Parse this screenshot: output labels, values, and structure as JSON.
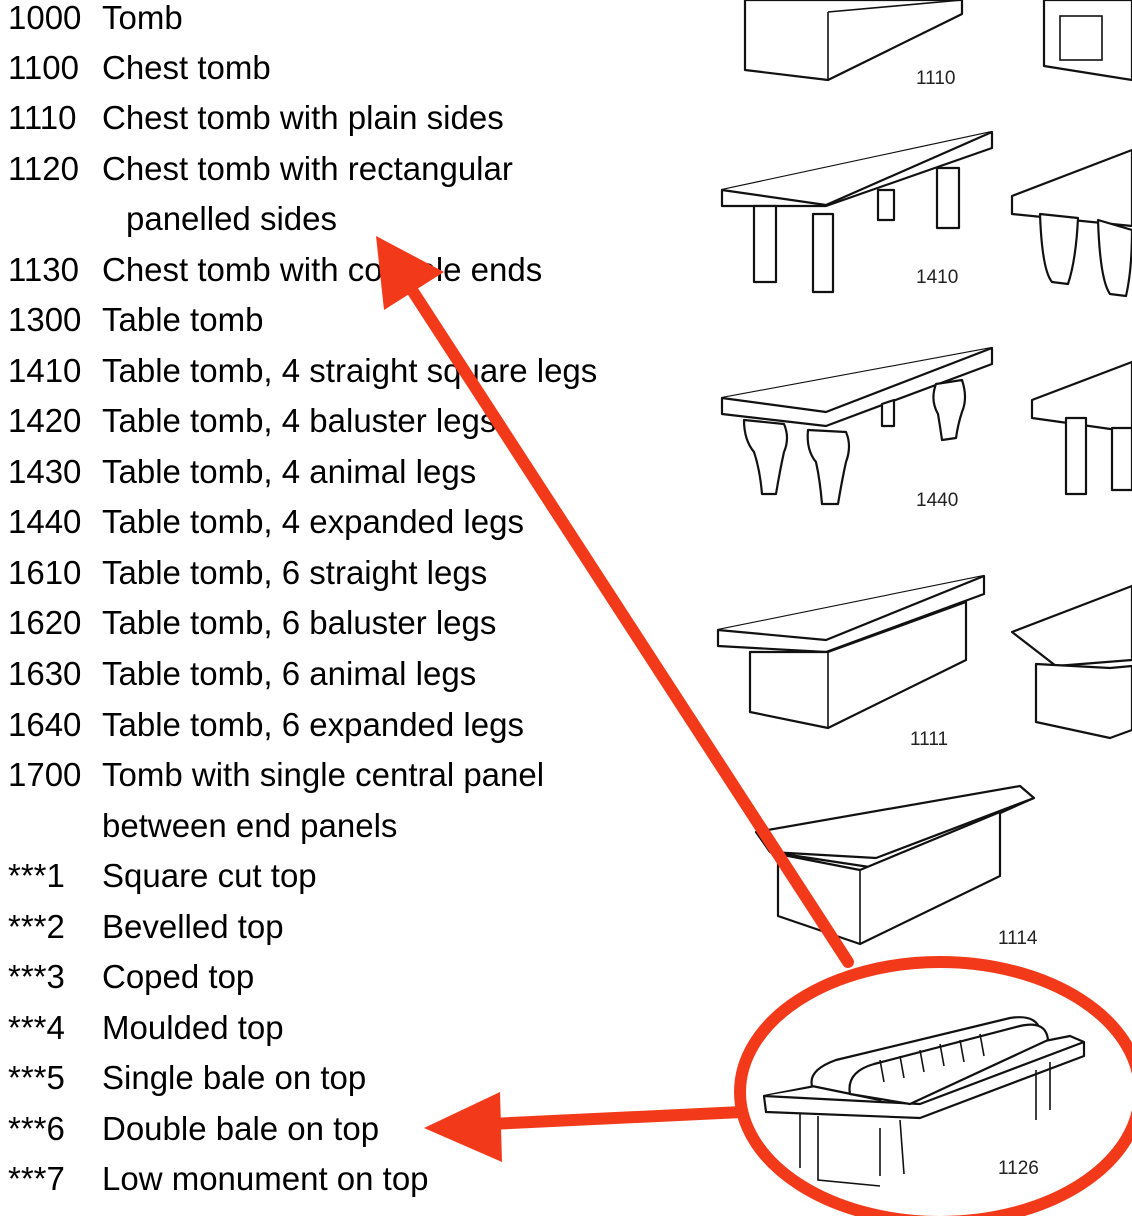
{
  "classification_list": [
    {
      "code": "1000",
      "text": "Tomb"
    },
    {
      "code": "1100",
      "text": "Chest tomb"
    },
    {
      "code": "1110",
      "text": "Chest tomb with plain sides"
    },
    {
      "code": "1120",
      "text": "Chest tomb with rectangular",
      "continuation": "panelled sides"
    },
    {
      "code": "1130",
      "text": "Chest tomb with console ends"
    },
    {
      "code": "1300",
      "text": "Table tomb"
    },
    {
      "code": "1410",
      "text": "Table tomb, 4 straight square legs"
    },
    {
      "code": "1420",
      "text": "Table tomb, 4 baluster legs"
    },
    {
      "code": "1430",
      "text": "Table tomb, 4 animal legs"
    },
    {
      "code": "1440",
      "text": "Table tomb, 4 expanded legs"
    },
    {
      "code": "1610",
      "text": "Table tomb, 6 straight legs"
    },
    {
      "code": "1620",
      "text": "Table tomb, 6 baluster legs"
    },
    {
      "code": "1630",
      "text": "Table tomb, 6 animal legs"
    },
    {
      "code": "1640",
      "text": "Table tomb, 6 expanded legs"
    },
    {
      "code": "1700",
      "text": "Tomb with single central panel",
      "continuation": "between end panels"
    }
  ],
  "top_variants": [
    {
      "code": "***1",
      "text": "Square cut top"
    },
    {
      "code": "***2",
      "text": "Bevelled top"
    },
    {
      "code": "***3",
      "text": "Coped top"
    },
    {
      "code": "***4",
      "text": "Moulded top"
    },
    {
      "code": "***5",
      "text": "Single bale on top"
    },
    {
      "code": "***6",
      "text": "Double bale on top"
    },
    {
      "code": "***7",
      "text": "Low monument on top"
    }
  ],
  "figure_labels": {
    "fig1": "1110",
    "fig2": "1410",
    "fig3": "1440",
    "fig4": "1111",
    "fig5": "1114",
    "fig6": "1126"
  },
  "annotation_color": "#f23a1a"
}
